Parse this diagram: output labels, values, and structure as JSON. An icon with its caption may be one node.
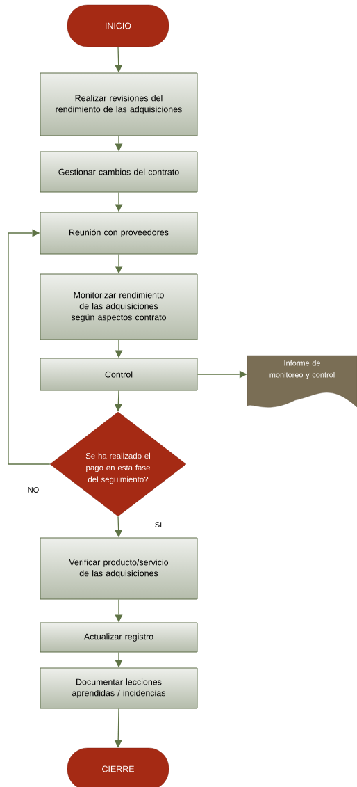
{
  "diagram": {
    "nodes": [
      {
        "text": [
          "INICIO"
        ]
      },
      {
        "text": [
          "Realizar revisiones del rendimiento de las adquisiciones"
        ]
      },
      {
        "text": [
          "Gestionar cambios del contrato"
        ]
      },
      {
        "text": [
          "Reunión con proveedores"
        ]
      },
      {
        "text": [
          "Monitorizar rendimiento de las adquisiciones según aspectos contrato"
        ]
      },
      {
        "text": [
          "Control"
        ]
      },
      {
        "text": [
          "Informe de monitoreo y control"
        ]
      },
      {
        "text": [
          "Se ha realizado el pago en esta fase del seguimiento?"
        ]
      },
      {
        "text": [
          "Verificar producto/servicio de las adquisiciones"
        ]
      },
      {
        "text": [
          "Actualizar registro"
        ]
      },
      {
        "text": [
          "Documentar lecciones aprendidas / incidencias"
        ]
      },
      {
        "text": [
          "CIERRE"
        ]
      }
    ],
    "edges": [
      {
        "from": 0,
        "to": 1,
        "arrow": "to"
      },
      {
        "from": 1,
        "to": 2,
        "arrow": "to"
      },
      {
        "from": 2,
        "to": 3,
        "arrow": "to"
      },
      {
        "from": 3,
        "to": 4,
        "arrow": "to"
      },
      {
        "from": 4,
        "to": 5,
        "arrow": "to"
      },
      {
        "from": 5,
        "to": 6,
        "arrow": "to"
      },
      {
        "from": 5,
        "to": 7,
        "arrow": "to"
      },
      {
        "from": 7,
        "to": 3,
        "arrow": "to",
        "label": "NO"
      },
      {
        "from": 7,
        "to": 8,
        "arrow": "to",
        "label": "SI"
      },
      {
        "from": 8,
        "to": 9,
        "arrow": "to"
      },
      {
        "from": 9,
        "to": 10,
        "arrow": "to"
      },
      {
        "from": 10,
        "to": 11,
        "arrow": "to"
      }
    ]
  }
}
